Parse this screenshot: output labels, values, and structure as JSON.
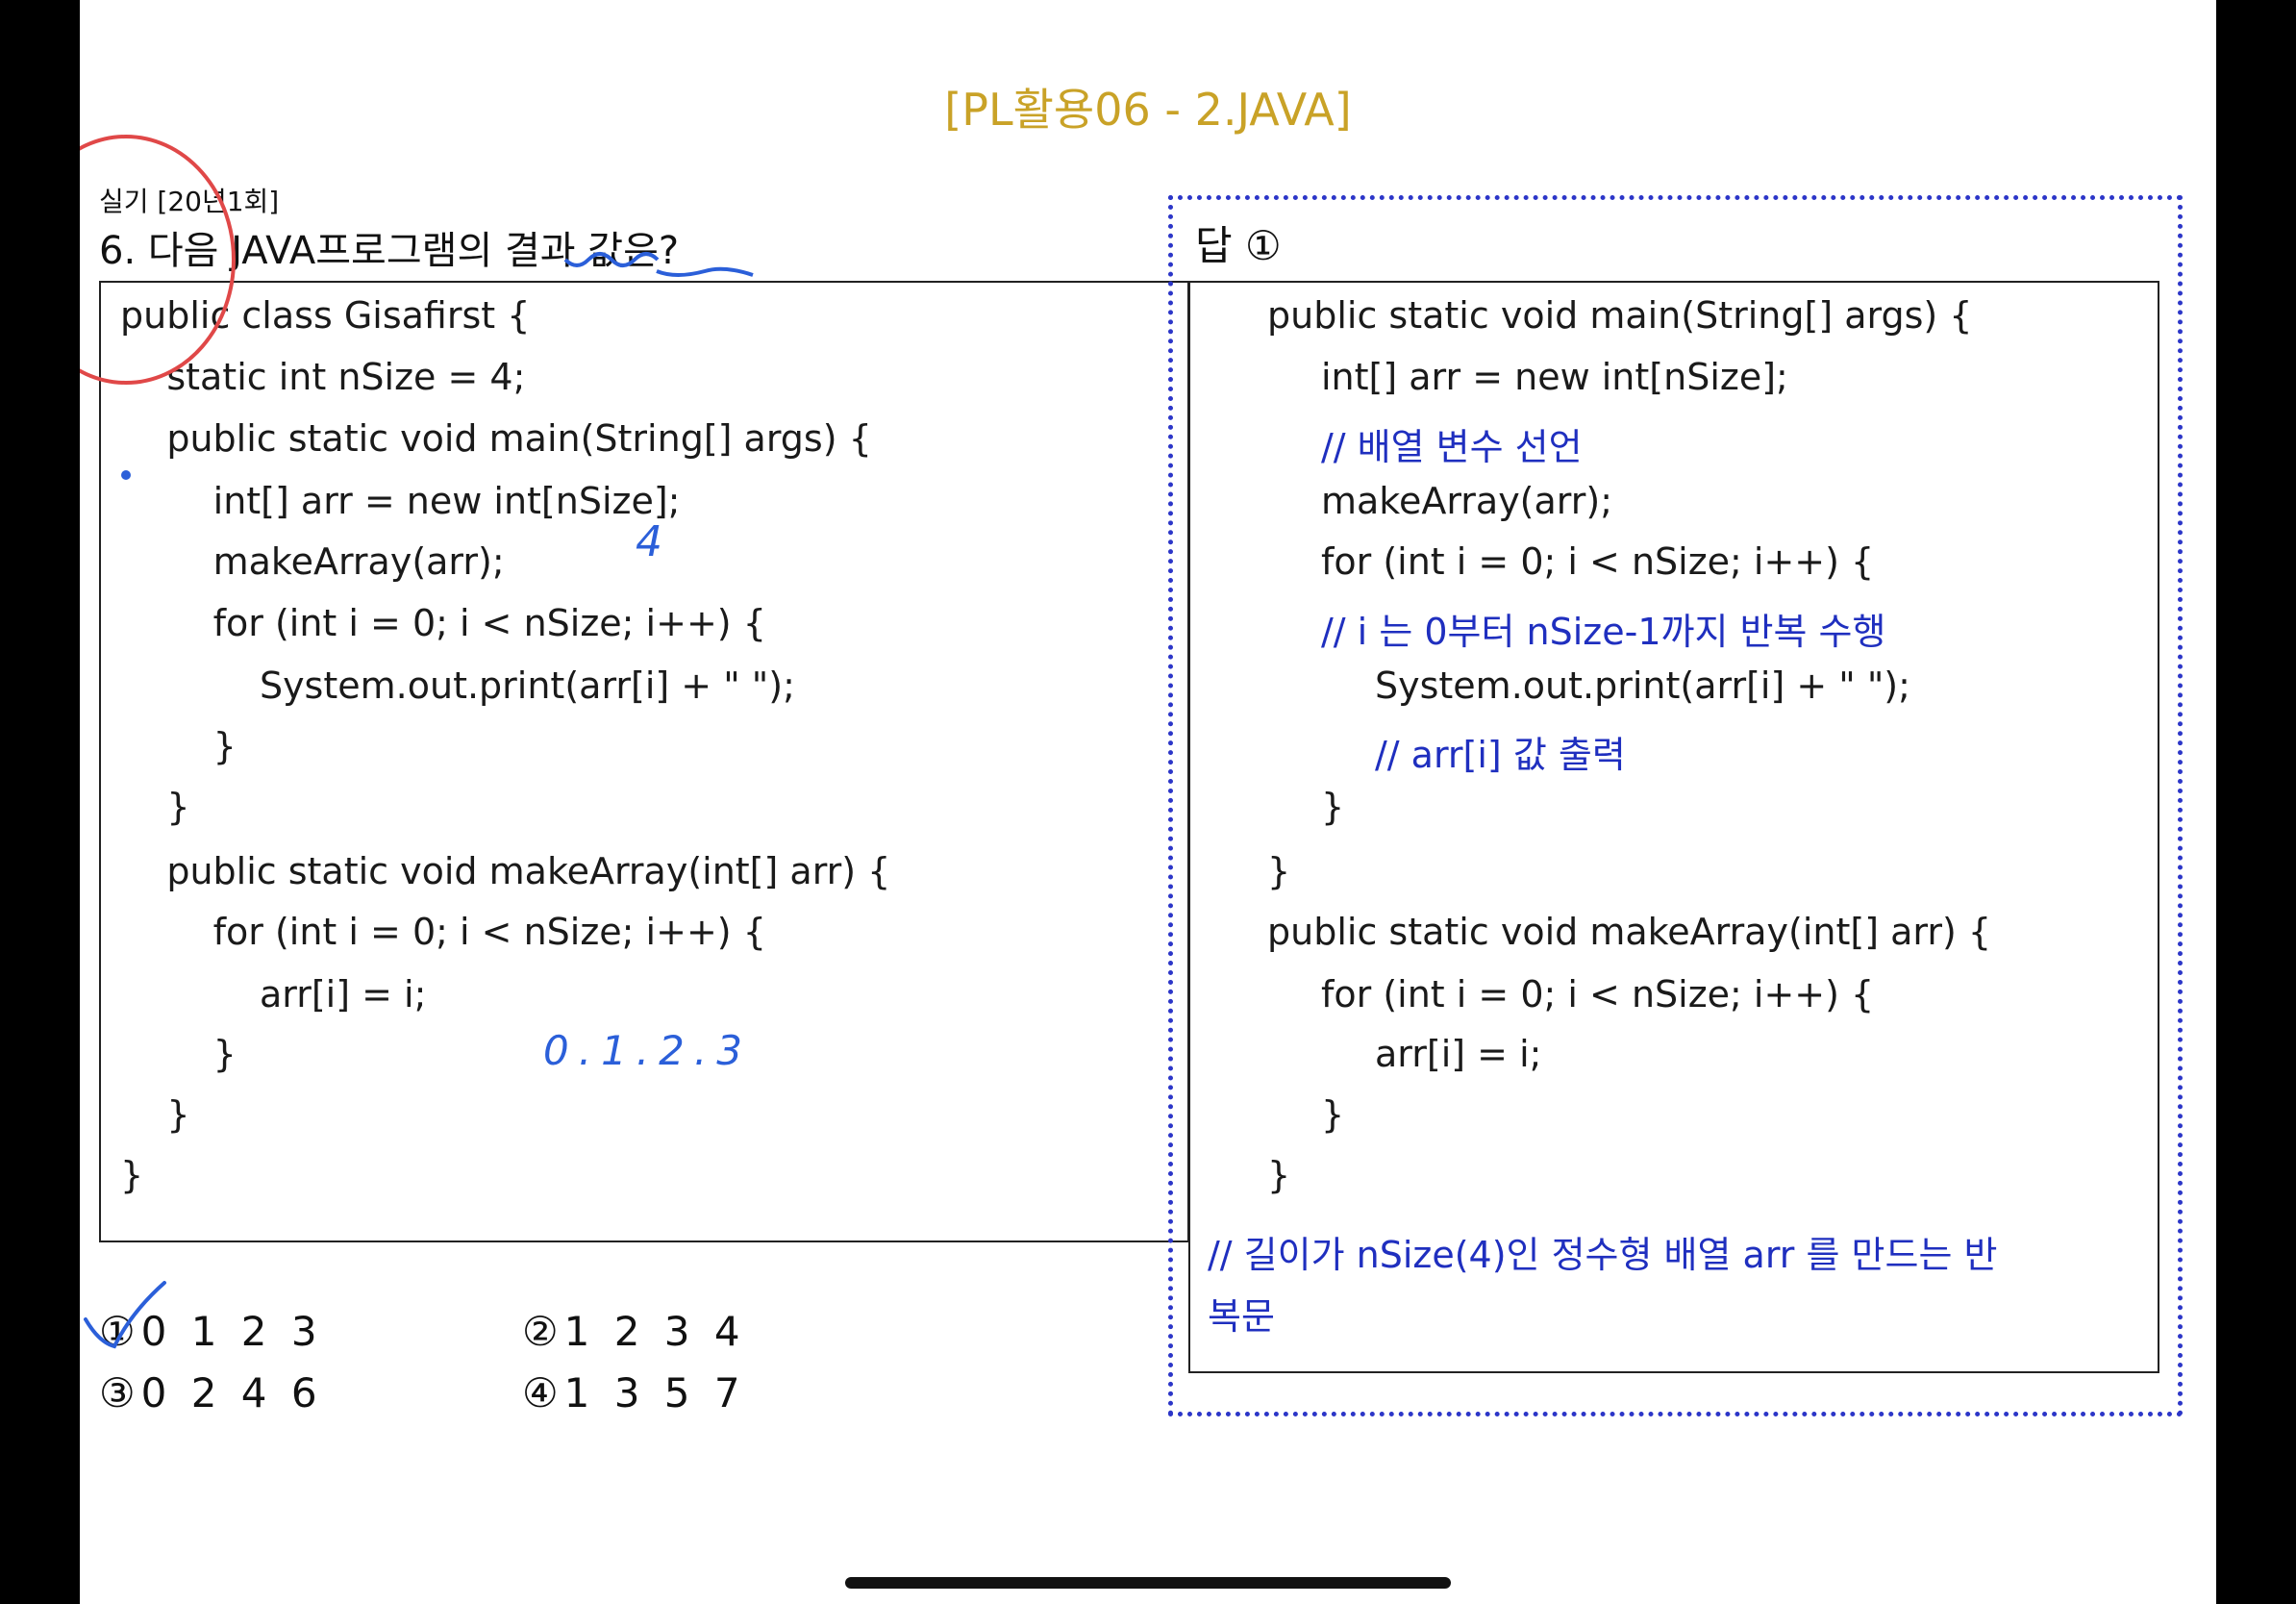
{
  "page": {
    "title": "[PL활용06 - 2.JAVA]",
    "exam_tag": "실기 [20년1회]",
    "question": "6. 다음 JAVA프로그램의 결과 값은?"
  },
  "left_code": [
    "public class Gisafirst {",
    "    static int nSize = 4;",
    "    public static void main(String[] args) {",
    "        int[] arr = new int[nSize];",
    "        makeArray(arr);",
    "        for (int i = 0; i < nSize; i++) {",
    "            System.out.print(arr[i] + \" \");",
    "        }",
    "    }",
    "    public static void makeArray(int[] arr) {",
    "        for (int i = 0; i < nSize; i++) {",
    "            arr[i] = i;",
    "        }",
    "    }",
    "}"
  ],
  "choices": {
    "c1": "①0 1 2 3",
    "c2": "②1 2 3 4",
    "c3": "③0 2 4 6",
    "c4": "④1 3 5 7"
  },
  "answer": {
    "label": "답 ①",
    "lines": [
      "public static void main(String[] args) {",
      "int[] arr = new int[nSize];",
      "// 배열 변수 선언",
      "makeArray(arr);",
      "for (int i = 0; i < nSize; i++) {",
      "// i 는 0부터 nSize-1까지 반복 수행",
      "System.out.print(arr[i] + \" \");",
      "// arr[i] 값 출력",
      "}",
      "}",
      "public static void makeArray(int[] arr) {",
      "for (int i = 0; i < nSize; i++) {",
      "arr[i] = i;",
      "}",
      "}",
      "// 길이가 nSize(4)인 정수형 배열 arr 를 만드는 반",
      "복문"
    ]
  },
  "annotations": {
    "note_size": "4",
    "note_values": "0.1.2.3"
  },
  "colors": {
    "title": "#c9a227",
    "comment": "#1f2fbf",
    "frame": "#2c36c8",
    "red_circle": "#e04848",
    "handwriting": "#2b5fd9"
  }
}
